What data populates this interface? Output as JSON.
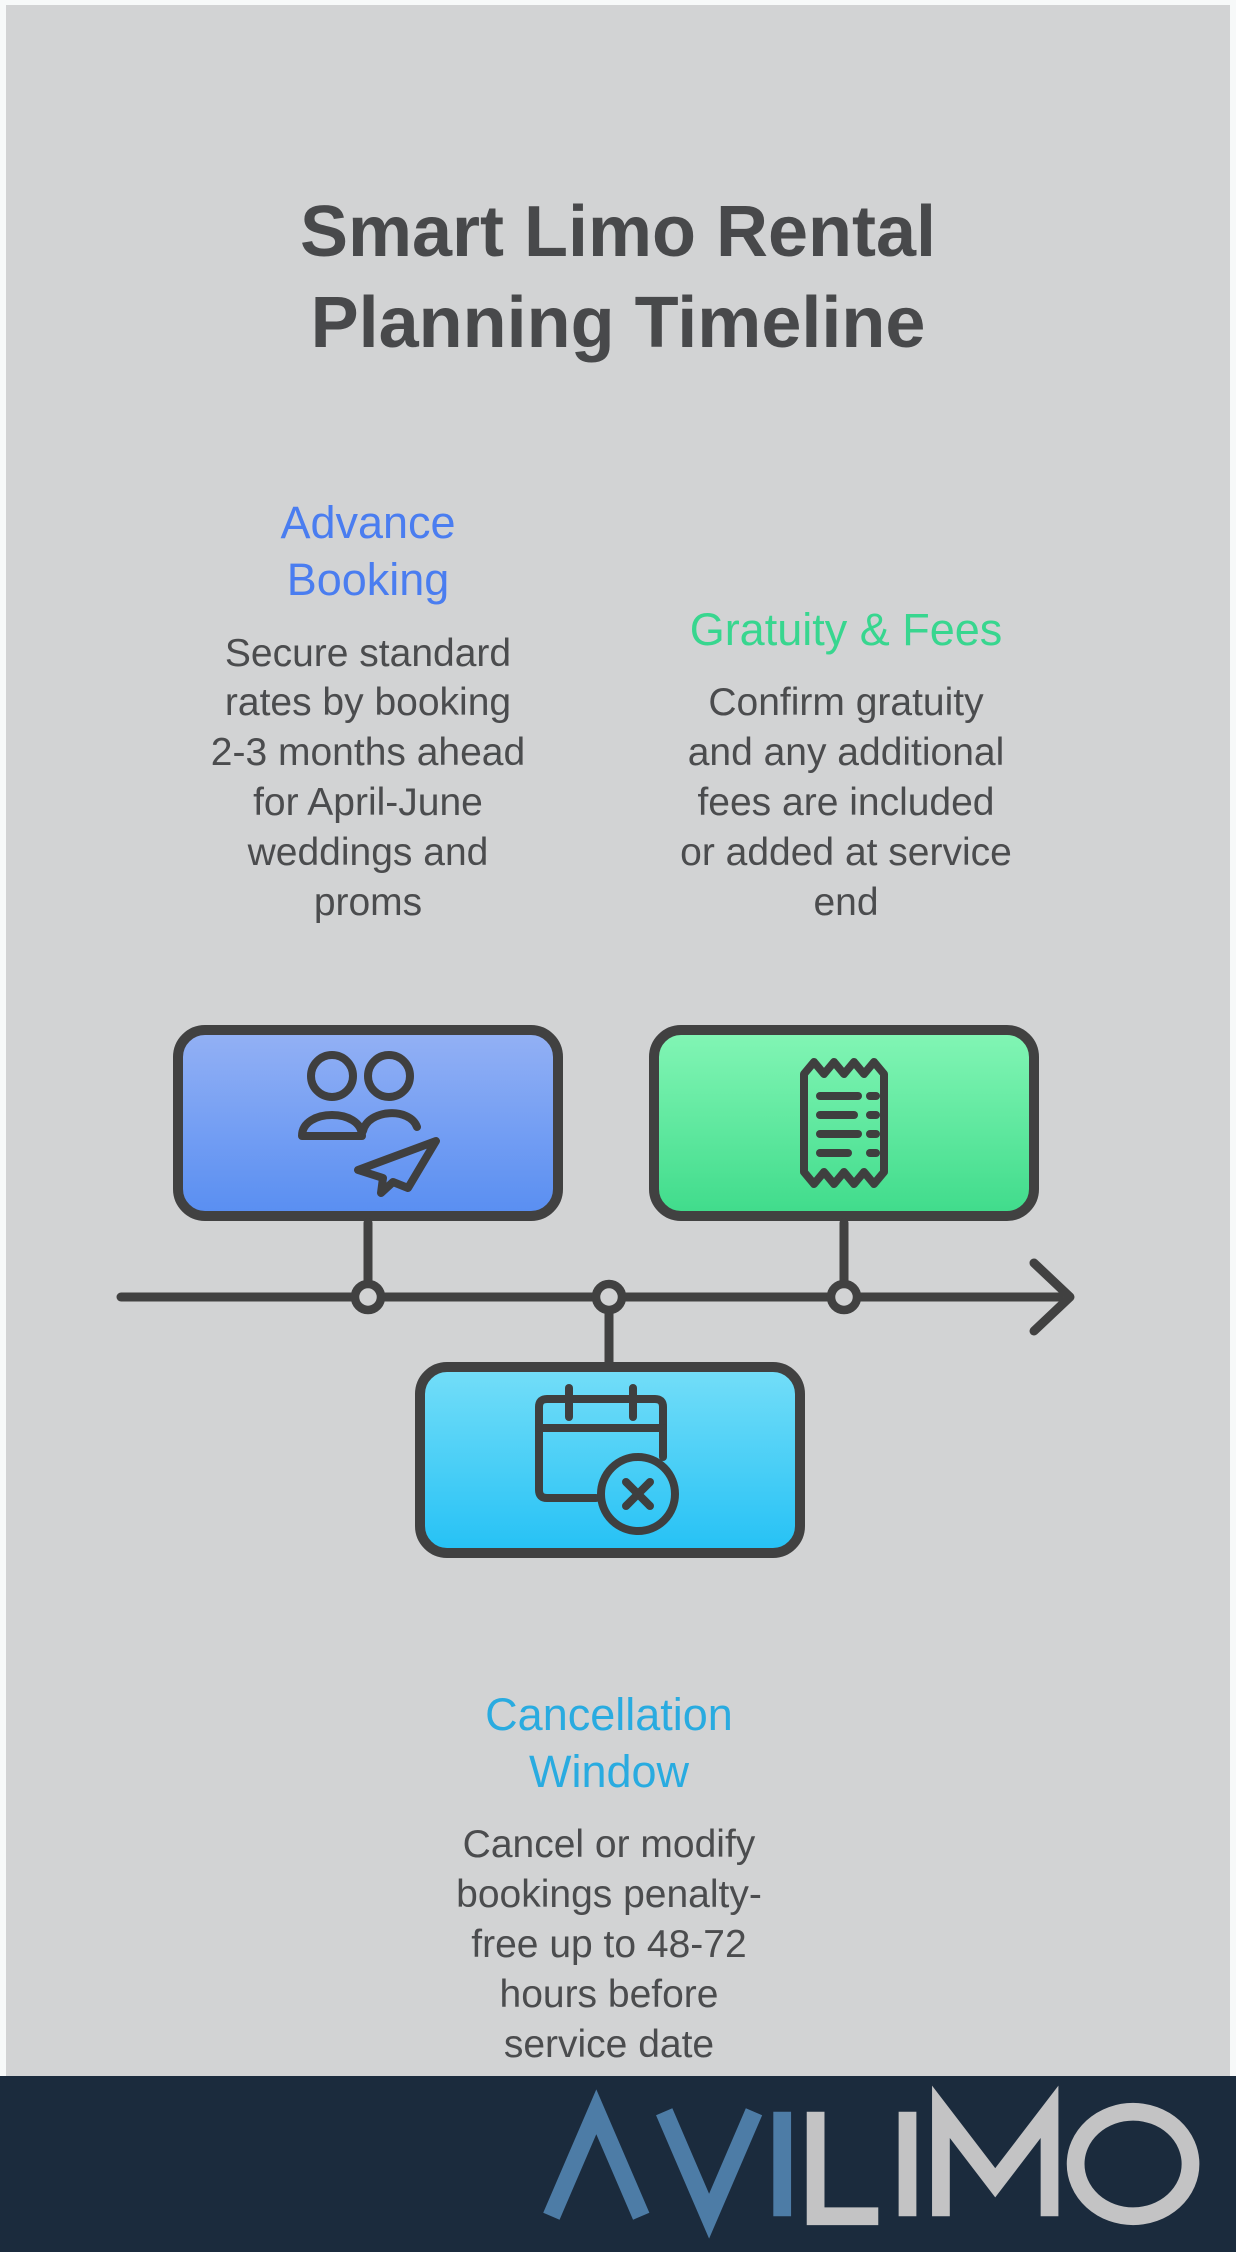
{
  "page": {
    "background": "#d2d3d4",
    "frame_border": "#f7f9f9",
    "title": "Smart Limo Rental\nPlanning Timeline",
    "title_color": "#48494b"
  },
  "milestones": [
    {
      "heading": "Advance\nBooking",
      "heading_color": "#4a7df0",
      "description": "Secure standard\nrates by booking\n2-3 months ahead\nfor April-June\nweddings and\nproms",
      "icon": "group-travel-icon",
      "box_gradient_top": "#92b0f4",
      "box_gradient_bottom": "#5a8ff2"
    },
    {
      "heading": "Gratuity & Fees",
      "heading_color": "#38d68f",
      "description": "Confirm gratuity\nand any additional\nfees are included\nor added at service\nend",
      "icon": "receipt-icon",
      "box_gradient_top": "#81f5b4",
      "box_gradient_bottom": "#41dc8c"
    },
    {
      "heading": "Cancellation\nWindow",
      "heading_color": "#29abe0",
      "description": "Cancel or modify\nbookings penalty-\nfree up to 48-72\nhours before\nservice date",
      "icon": "calendar-cancel-icon",
      "box_gradient_top": "#72ddf8",
      "box_gradient_bottom": "#27c2f5"
    }
  ],
  "timeline": {
    "stroke_color": "#414141",
    "node_count": 3,
    "direction": "left-to-right-arrow"
  },
  "footer": {
    "background": "#1b2b3d",
    "logo_text": "AVILIMO",
    "logo_blue": "#4d7ca6",
    "logo_gray": "#c3c3c4"
  }
}
